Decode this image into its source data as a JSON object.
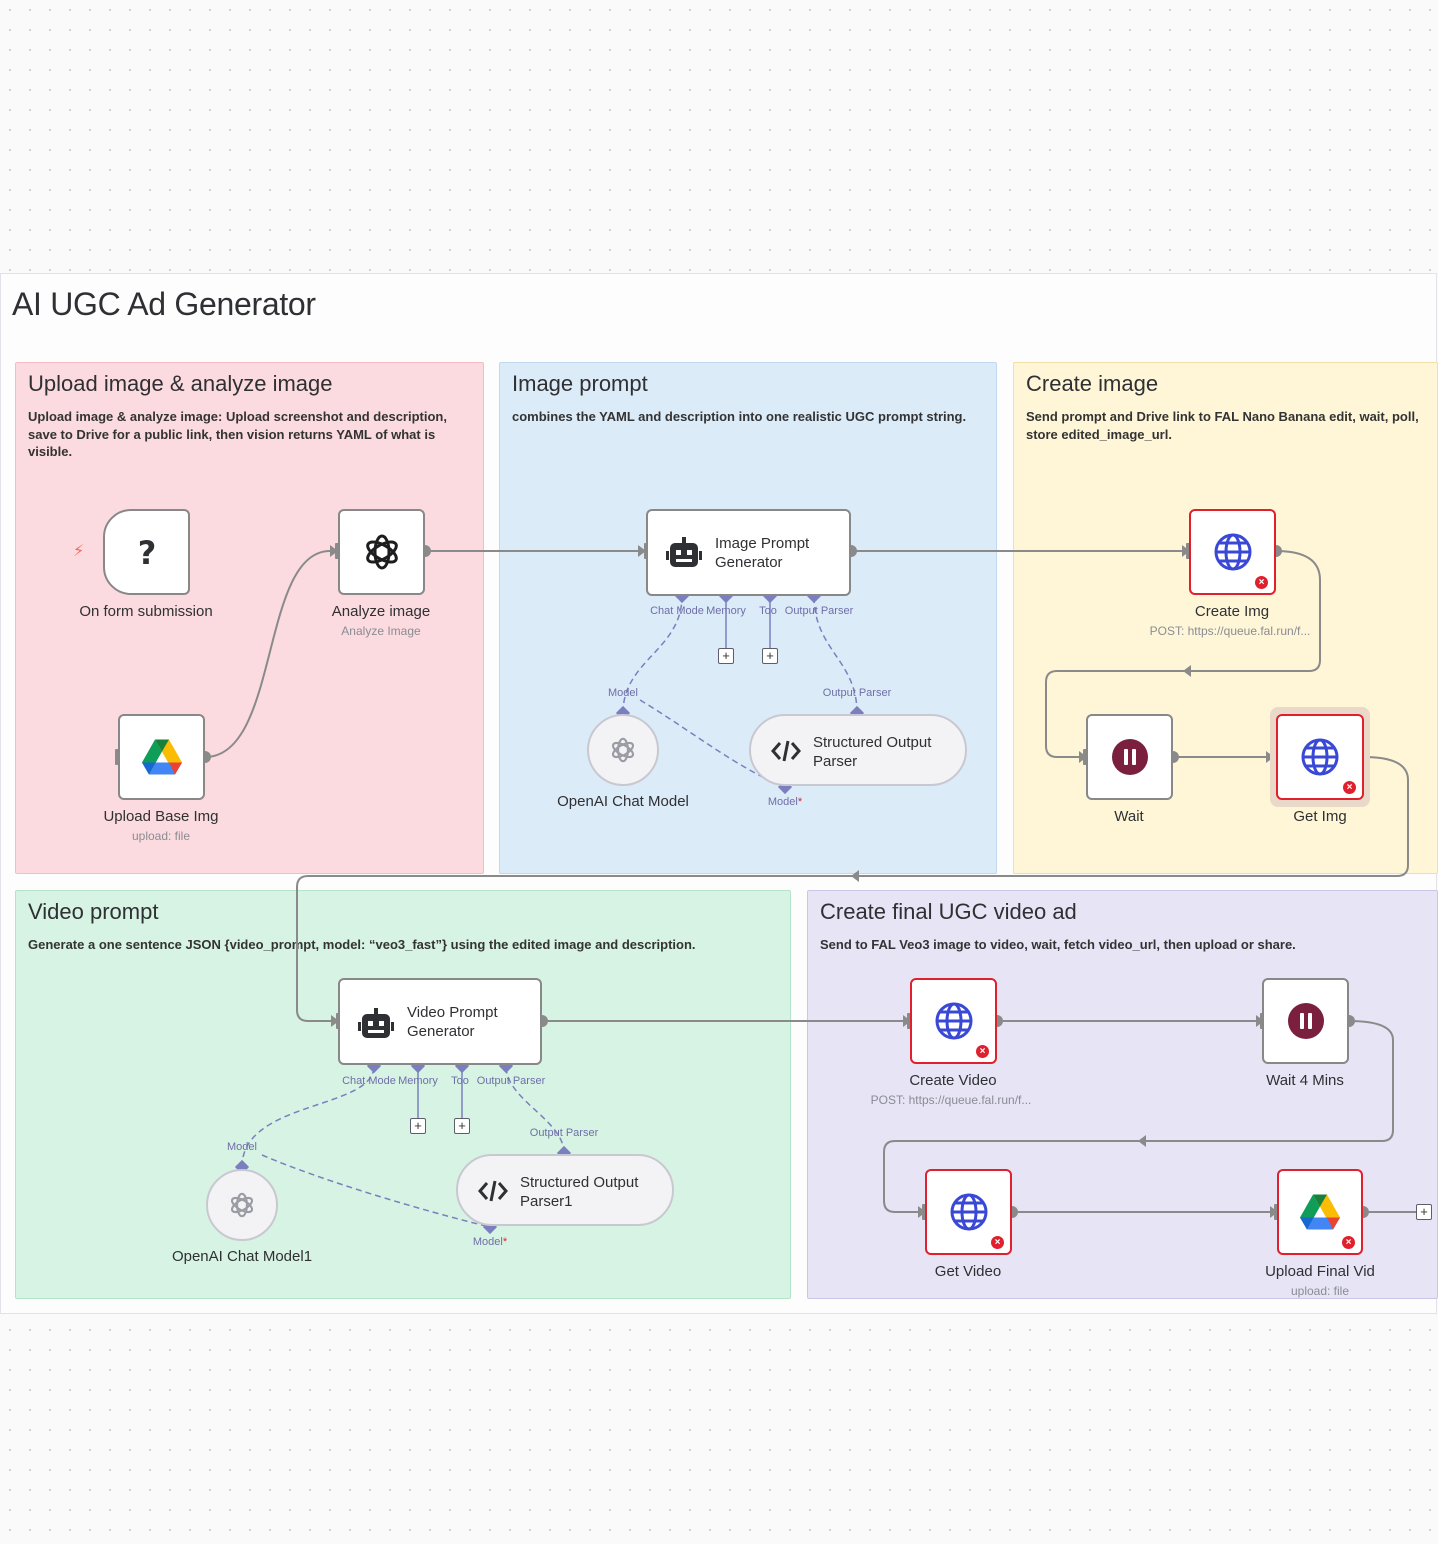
{
  "workflow": {
    "title": "AI UGC Ad Generator"
  },
  "stickies": {
    "upload": {
      "title": "Upload image & analyze image",
      "body": "Upload image & analyze image: Upload screenshot and description, save to Drive for a public link, then vision returns YAML of what is visible."
    },
    "image_prompt": {
      "title": "Image prompt",
      "body": "combines the YAML and description into one realistic UGC prompt string."
    },
    "create_image": {
      "title": "Create image",
      "body": "Send prompt and Drive link to FAL Nano Banana edit, wait, poll, store edited_image_url."
    },
    "video_prompt": {
      "title": "Video prompt",
      "body": "Generate a one sentence JSON {video_prompt, model: “veo3_fast”} using the edited image and description."
    },
    "final_video": {
      "title": "Create final UGC video ad",
      "body": "Send to FAL Veo3 image to video, wait, fetch video_url, then upload or share."
    }
  },
  "nodes": {
    "form_trigger": {
      "label": "On form submission",
      "icon": "question-icon"
    },
    "analyze_image": {
      "label": "Analyze image",
      "sub": "Analyze Image",
      "icon": "openai-icon"
    },
    "upload_base_img": {
      "label": "Upload Base Img",
      "sub": "upload: file",
      "icon": "google-drive-icon"
    },
    "image_prompt_generator": {
      "line1": "Image Prompt",
      "line2": "Generator",
      "icon": "robot-icon"
    },
    "openai_chat_model": {
      "label": "OpenAI Chat Model",
      "icon": "openai-icon"
    },
    "structured_output_parser": {
      "line1": "Structured Output",
      "line2": "Parser",
      "icon": "code-icon"
    },
    "create_img": {
      "label": "Create Img",
      "sub": "POST: https://queue.fal.run/f...",
      "icon": "globe-icon"
    },
    "wait": {
      "label": "Wait",
      "icon": "pause-icon"
    },
    "get_img": {
      "label": "Get Img",
      "icon": "globe-icon"
    },
    "video_prompt_generator": {
      "line1": "Video Prompt",
      "line2": "Generator",
      "icon": "robot-icon"
    },
    "openai_chat_model1": {
      "label": "OpenAI Chat Model1",
      "icon": "openai-icon"
    },
    "structured_output_parser1": {
      "line1": "Structured Output",
      "line2": "Parser1",
      "icon": "code-icon"
    },
    "create_video": {
      "label": "Create Video",
      "sub": "POST: https://queue.fal.run/f...",
      "icon": "globe-icon"
    },
    "wait_4_mins": {
      "label": "Wait 4 Mins",
      "icon": "pause-icon"
    },
    "get_video": {
      "label": "Get Video",
      "icon": "globe-icon"
    },
    "upload_final_vid": {
      "label": "Upload Final Vid",
      "sub": "upload: file",
      "icon": "google-drive-icon"
    }
  },
  "ports": {
    "chat_model": "Chat Mode",
    "memory": "Memory",
    "tool": "Too",
    "output_parser": "Output Parser",
    "model": "Model",
    "model_required": "Model",
    "required_mark": "*"
  },
  "controls": {
    "add": "+",
    "error": "×"
  },
  "colors": {
    "error": "#e0202d",
    "connection": "#8a8a8a",
    "ai_connection": "#7b7fbf",
    "wait_icon": "#7a1f3d",
    "globe_icon": "#3a48d6"
  }
}
